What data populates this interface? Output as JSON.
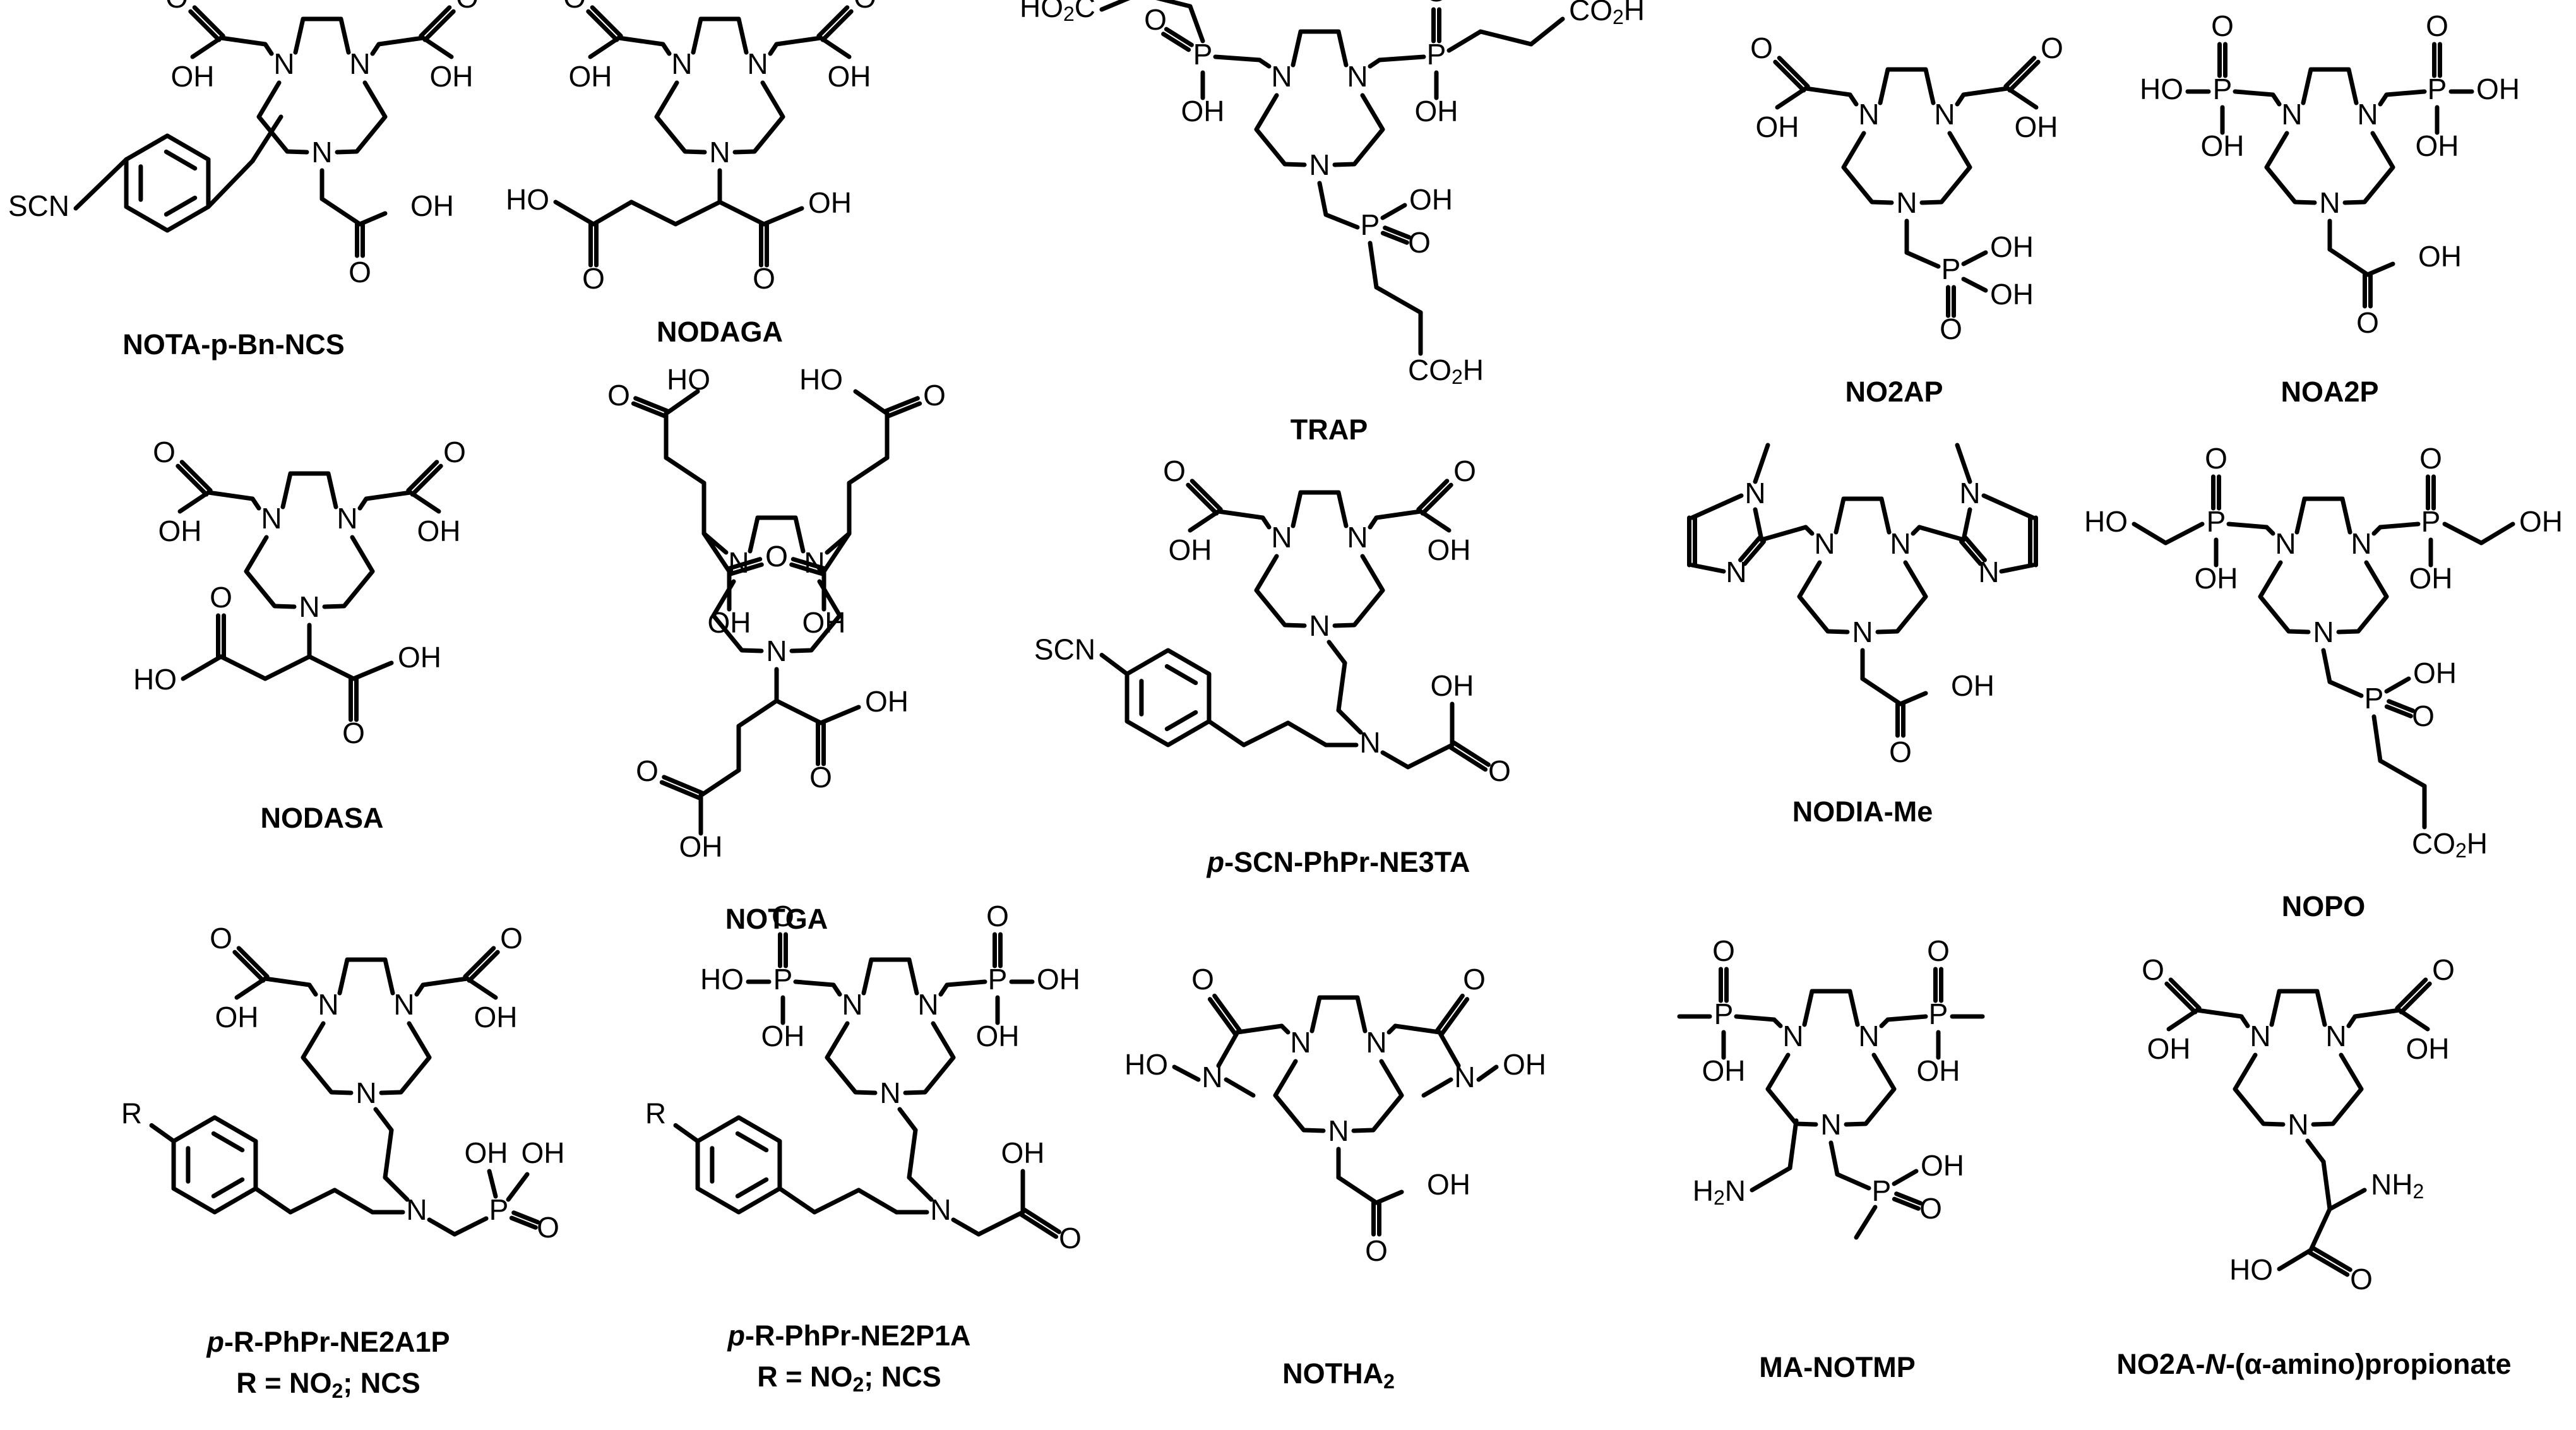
{
  "compounds": [
    {
      "key": "nota_pbn_ncs",
      "name": "NOTA-p-Bn-NCS"
    },
    {
      "key": "nodaga",
      "name": "NODAGA"
    },
    {
      "key": "trap",
      "name": "TRAP"
    },
    {
      "key": "no2ap",
      "name": "NO2AP"
    },
    {
      "key": "noa2p",
      "name": "NOA2P"
    },
    {
      "key": "nodasa",
      "name": "NODASA"
    },
    {
      "key": "notga",
      "name": "NOTGA"
    },
    {
      "key": "p_scn_phpr_ne3ta",
      "name": "p-SCN-PhPr-NE3TA"
    },
    {
      "key": "nodia_me",
      "name": "NODIA-Me"
    },
    {
      "key": "nopo",
      "name": "NOPO"
    },
    {
      "key": "p_r_phpr_ne2a1p",
      "name": "p-R-PhPr-NE2A1P",
      "note": "R = NO2; NCS"
    },
    {
      "key": "p_r_phpr_ne2p1a",
      "name": "p-R-PhPr-NE2P1A",
      "note": "R = NO2; NCS"
    },
    {
      "key": "notha2",
      "name": "NOTHA2"
    },
    {
      "key": "ma_notmp",
      "name": "MA-NOTMP"
    },
    {
      "key": "no2a_aminopropionate",
      "name": "NO2A-N-(α-amino)propionate"
    }
  ],
  "labels": {
    "oh": "OH",
    "ho": "HO",
    "co2h": "CO2H",
    "ho2c": "HO2C",
    "p": "P",
    "o": "O",
    "n": "N",
    "scn": "SCN",
    "r": "R",
    "nh2": "NH2",
    "h2n": "H2N"
  }
}
